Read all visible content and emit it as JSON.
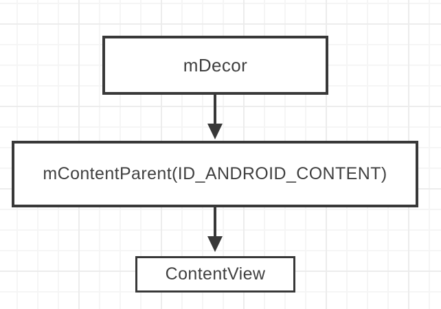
{
  "diagram": {
    "type": "flowchart",
    "nodes": [
      {
        "id": "mdecor",
        "label": "mDecor"
      },
      {
        "id": "mcontentparent",
        "label": "mContentParent(ID_ANDROID_CONTENT)"
      },
      {
        "id": "contentview",
        "label": "ContentView"
      }
    ],
    "edges": [
      {
        "from": "mdecor",
        "to": "mcontentparent",
        "direction": "down"
      },
      {
        "from": "mcontentparent",
        "to": "contentview",
        "direction": "down"
      }
    ],
    "colors": {
      "stroke": "#383838",
      "text": "#404040",
      "node_fill": "#ffffff",
      "canvas_background": "#ffffff",
      "grid_minor": "#f5f5f5",
      "grid_major": "#ececec"
    }
  }
}
